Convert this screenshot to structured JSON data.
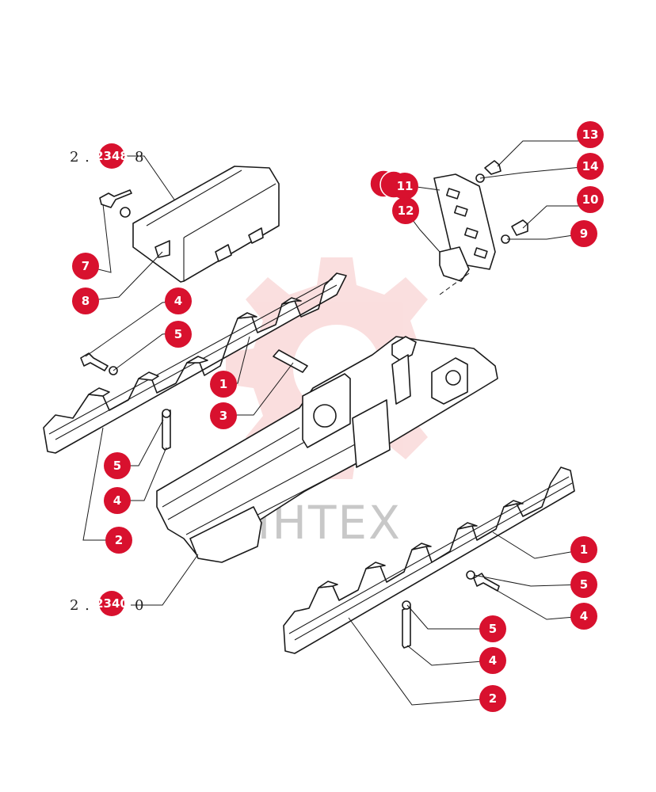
{
  "diagram": {
    "references": [
      {
        "id": "ref-top",
        "prefix": "2 .",
        "code": "2348",
        "suffix": "8"
      },
      {
        "id": "ref-bottom",
        "prefix": "2 .",
        "code": "2340",
        "suffix": "0"
      }
    ],
    "callouts": [
      "13",
      "14",
      "11",
      "12",
      "10",
      "9",
      "7",
      "8",
      "4",
      "5",
      "1",
      "3",
      "5",
      "4",
      "2",
      "1",
      "5",
      "4",
      "5",
      "4",
      "2"
    ],
    "watermark": "ИНТЕХ",
    "colors": {
      "callout": "#d8112e",
      "line": "#1a1a1a",
      "watermark": "#f2b7b7"
    }
  }
}
